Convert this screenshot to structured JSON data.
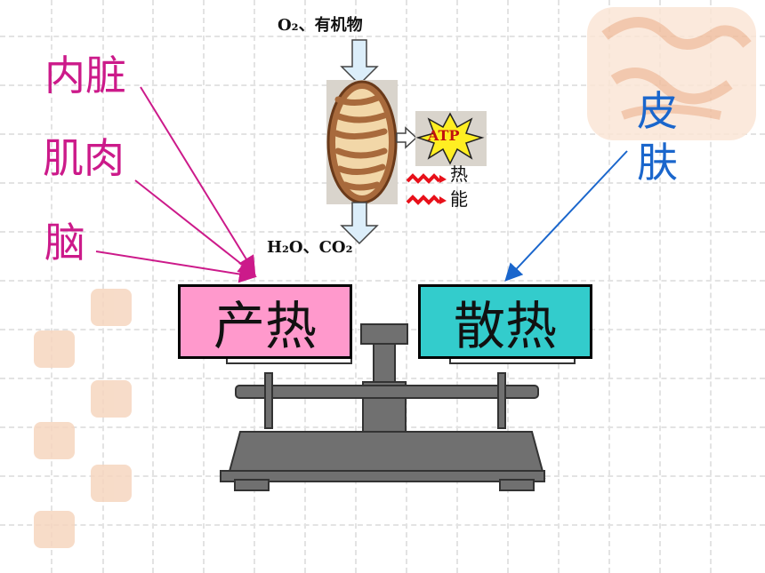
{
  "top_input": "O₂、有机物",
  "bottom_output": "H₂O、CO₂",
  "atp_label": "ATP",
  "heat_energy": [
    "热",
    "能"
  ],
  "heat_sources": [
    "内脏",
    "肌肉",
    "脑"
  ],
  "heat_production": "产热",
  "heat_dissipation": "散热",
  "skin_label": [
    "皮",
    "肤"
  ],
  "colors": {
    "organ_text": "#cc1a8a",
    "skin_text": "#1a66cc",
    "production_box": "#ff99cc",
    "dissipation_box": "#33cccc",
    "scale": "#707070",
    "seal": "#f3c9a8"
  }
}
